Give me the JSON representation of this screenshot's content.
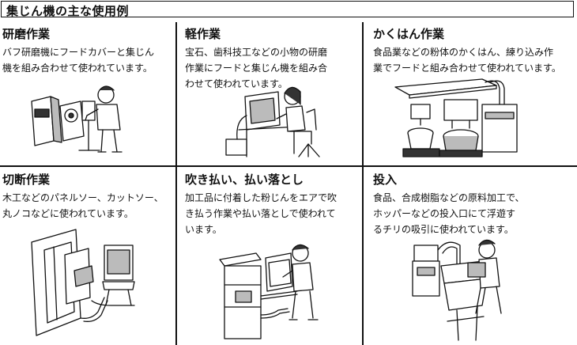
{
  "header": {
    "title": "集じん機の主な使用例"
  },
  "cells": [
    {
      "title": "研磨作業",
      "lines": [
        "バフ研磨機にフードカバーと集じん",
        "機を組み合わせて使われています。"
      ]
    },
    {
      "title": "軽作業",
      "lines": [
        "宝石、歯科技工などの小物の研磨",
        "作業にフードと集じん機を組み合",
        "わせて使われています。"
      ]
    },
    {
      "title": "かくはん作業",
      "lines": [
        "食品業などの粉体のかくはん、練り込み作",
        "業でフードと組み合わせて使われています。"
      ]
    },
    {
      "title": "切断作業",
      "lines": [
        "木工などのパネルソー、カットソー、",
        "丸ノコなどに使われています。"
      ]
    },
    {
      "title": "吹き払い、払い落とし",
      "lines": [
        "加工品に付着した粉じんをエアで吹",
        "き払う作業や払い落としで使われて",
        "います。"
      ]
    },
    {
      "title": "投入",
      "lines": [
        "食品、合成樹脂などの原料加工で、",
        "ホッパーなどの投入口にて浮遊す",
        "るチリの吸引に使われています。"
      ]
    }
  ]
}
